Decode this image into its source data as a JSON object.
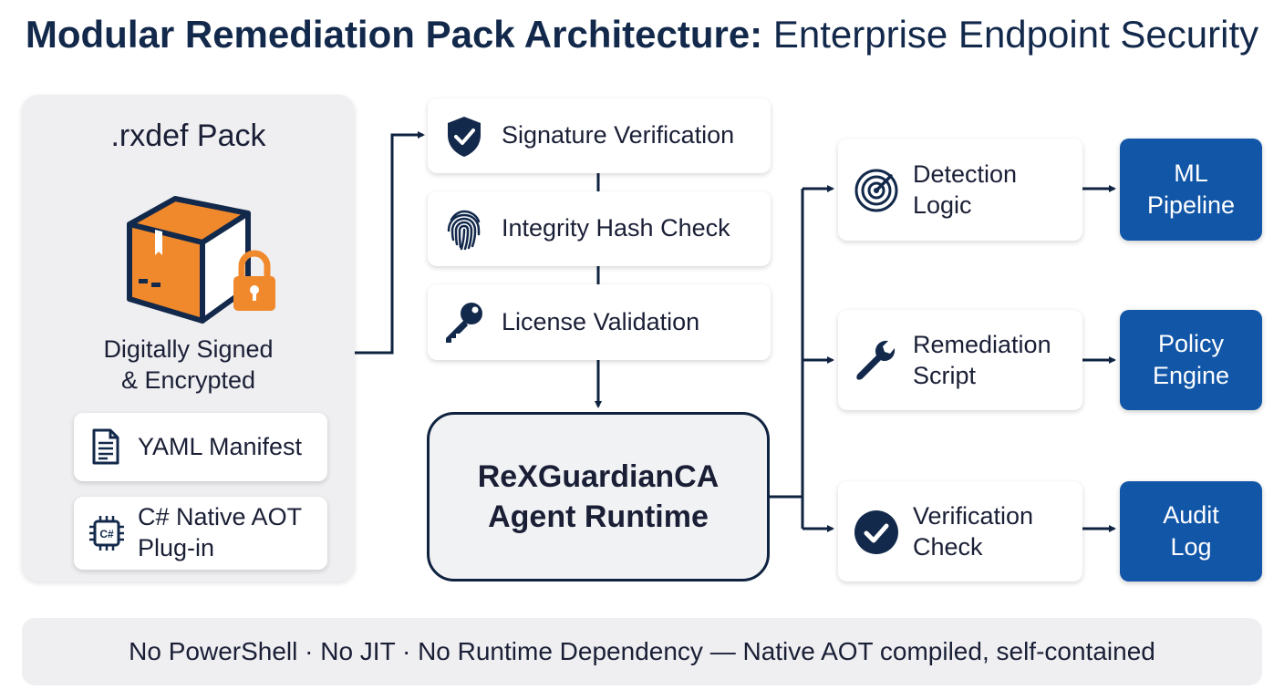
{
  "title": {
    "bold": "Modular Remediation Pack Architecture:",
    "light": " Enterprise Endpoint Security"
  },
  "pack": {
    "title": ".rxdef Pack",
    "caption_line1": "Digitally Signed",
    "caption_line2": "& Encrypted",
    "icon": "package-lock-icon",
    "items": [
      {
        "icon": "document-icon",
        "line1": "YAML Manifest",
        "line2": ""
      },
      {
        "icon": "chip-csharp-icon",
        "icon_text": "C#",
        "line1": "C# Native AOT",
        "line2": "Plug-in"
      }
    ]
  },
  "checks": [
    {
      "icon": "shield-check-icon",
      "label": "Signature Verification"
    },
    {
      "icon": "fingerprint-icon",
      "label": "Integrity Hash Check"
    },
    {
      "icon": "key-icon",
      "label": "License Validation"
    }
  ],
  "runtime": {
    "line1": "ReXGuardianCA",
    "line2": "Agent Runtime"
  },
  "modules": [
    {
      "icon": "radar-icon",
      "line1": "Detection",
      "line2": "Logic",
      "target_line1": "ML",
      "target_line2": "Pipeline"
    },
    {
      "icon": "wrench-icon",
      "line1": "Remediation",
      "line2": "Script",
      "target_line1": "Policy",
      "target_line2": "Engine"
    },
    {
      "icon": "check-circle-icon",
      "line1": "Verification",
      "line2": "Check",
      "target_line1": "Audit",
      "target_line2": "Log"
    }
  ],
  "footer": "No PowerShell · No JIT · No Runtime Dependency — Native AOT compiled, self-contained",
  "colors": {
    "navy": "#13294b",
    "orange": "#f0892c",
    "blue": "#1256a8",
    "panel": "#efeff1"
  }
}
